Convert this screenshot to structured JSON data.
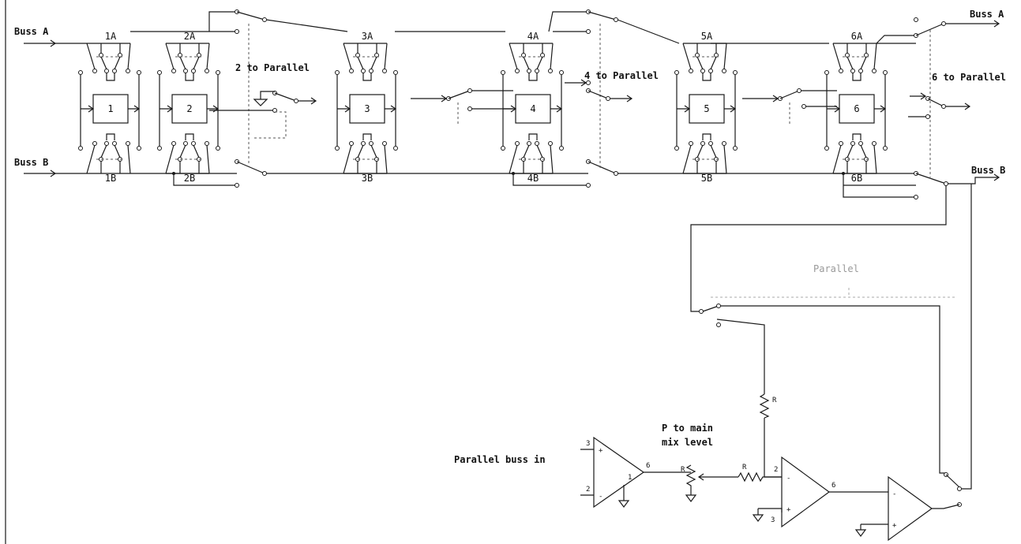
{
  "buss_a_label": "Buss A",
  "buss_b_label": "Buss B",
  "modules": [
    {
      "num": "1",
      "a": "1A",
      "b": "1B"
    },
    {
      "num": "2",
      "a": "2A",
      "b": "2B"
    },
    {
      "num": "3",
      "a": "3A",
      "b": "3B"
    },
    {
      "num": "4",
      "a": "4A",
      "b": "4B"
    },
    {
      "num": "5",
      "a": "5A",
      "b": "5B"
    },
    {
      "num": "6",
      "a": "6A",
      "b": "6B"
    }
  ],
  "to_parallel": [
    "2 to Parallel",
    "4 to Parallel",
    "6 to Parallel"
  ],
  "parallel_label": "Parallel",
  "parallel_buss_in": "Parallel buss in",
  "p_to_main": [
    "P to main",
    "mix level"
  ],
  "r_label": "R",
  "pins": {
    "plus3": "3",
    "minus2": "2",
    "out6": "6",
    "pin1": "1",
    "plus": "+",
    "minus": "-"
  }
}
